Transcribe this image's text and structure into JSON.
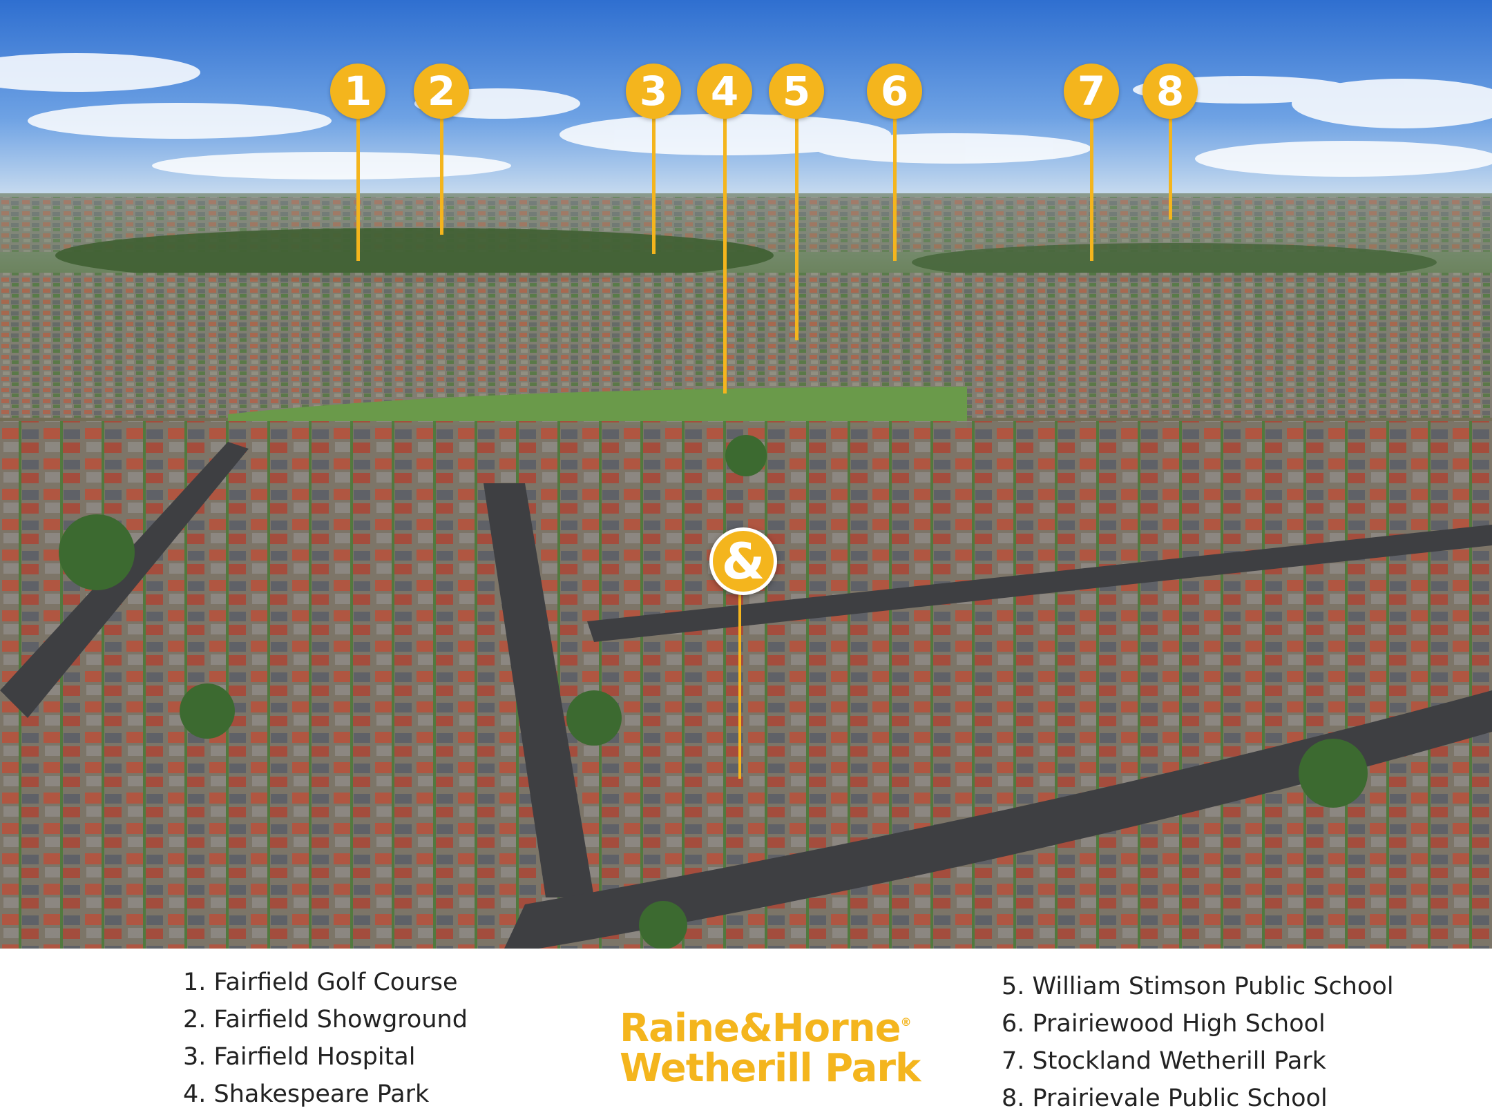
{
  "markers": [
    {
      "label": "1",
      "color": "#f4b51d"
    },
    {
      "label": "2",
      "color": "#f4b51d"
    },
    {
      "label": "3",
      "color": "#f4b51d"
    },
    {
      "label": "4",
      "color": "#f4b51d"
    },
    {
      "label": "5",
      "color": "#f4b51d"
    },
    {
      "label": "6",
      "color": "#f4b51d"
    },
    {
      "label": "7",
      "color": "#f4b51d"
    },
    {
      "label": "8",
      "color": "#f4b51d"
    }
  ],
  "home_marker": {
    "label": "&",
    "icon": "ampersand-pin-icon"
  },
  "legend": {
    "left": [
      "1. Fairfield Golf Course",
      "2. Fairfield Showground",
      "3. Fairfield Hospital",
      "4. Shakespeare Park"
    ],
    "right": [
      "5. William Stimson Public School",
      "6. Prairiewood High School",
      "7. Stockland Wetherill Park",
      "8. Prairievale Public School"
    ]
  },
  "brand": {
    "line1": "Raine&Horne",
    "registered": "®",
    "line2": "Wetherill Park",
    "color": "#f4b51d"
  }
}
